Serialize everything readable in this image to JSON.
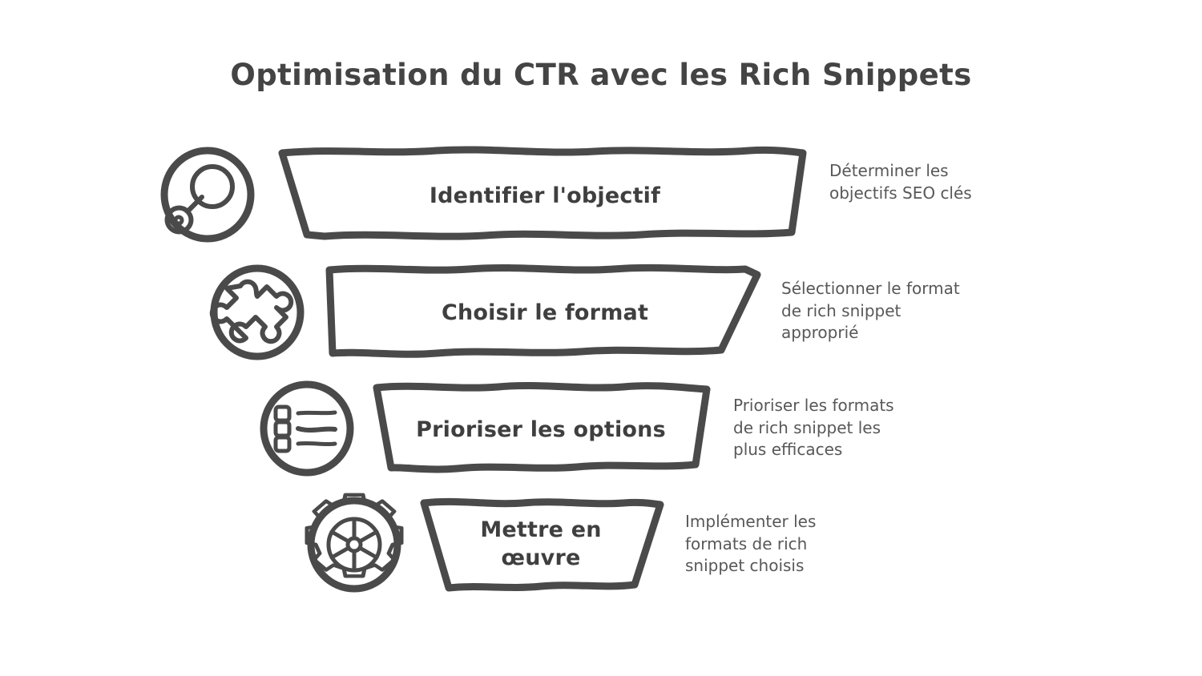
{
  "document": {
    "title": "Optimisation du CTR avec les Rich Snippets",
    "background_color": "#ffffff",
    "stroke_color": "#4a4a4a",
    "title_color": "#444444",
    "label_color": "#3f3f3f",
    "description_color": "#585858",
    "type": "funnel-diagram",
    "language": "fr"
  },
  "funnel": {
    "stages": [
      {
        "index": 1,
        "icon": "magnifier-icon",
        "label": "Identifier l'objectif",
        "description": "Déterminer les objectifs SEO clés",
        "description_lines": [
          "Déterminer les",
          "objectifs SEO clés"
        ]
      },
      {
        "index": 2,
        "icon": "puzzle-piece-icon",
        "label": "Choisir le format",
        "description": "Sélectionner le format de rich snippet approprié",
        "description_lines": [
          "Sélectionner le format",
          "de rich snippet",
          "approprié"
        ]
      },
      {
        "index": 3,
        "icon": "checklist-icon",
        "label": "Prioriser les options",
        "description": "Prioriser les formats de rich snippet les plus efficaces",
        "description_lines": [
          "Prioriser les formats",
          "de rich snippet les",
          "plus efficaces"
        ]
      },
      {
        "index": 4,
        "icon": "gear-wheel-icon",
        "label_lines": [
          "Mettre en",
          "œuvre"
        ],
        "label": "Mettre en œuvre",
        "description": "Implémenter les formats de rich snippet choisis",
        "description_lines": [
          "Implémenter les",
          "formats de rich",
          "snippet choisis"
        ]
      }
    ]
  }
}
